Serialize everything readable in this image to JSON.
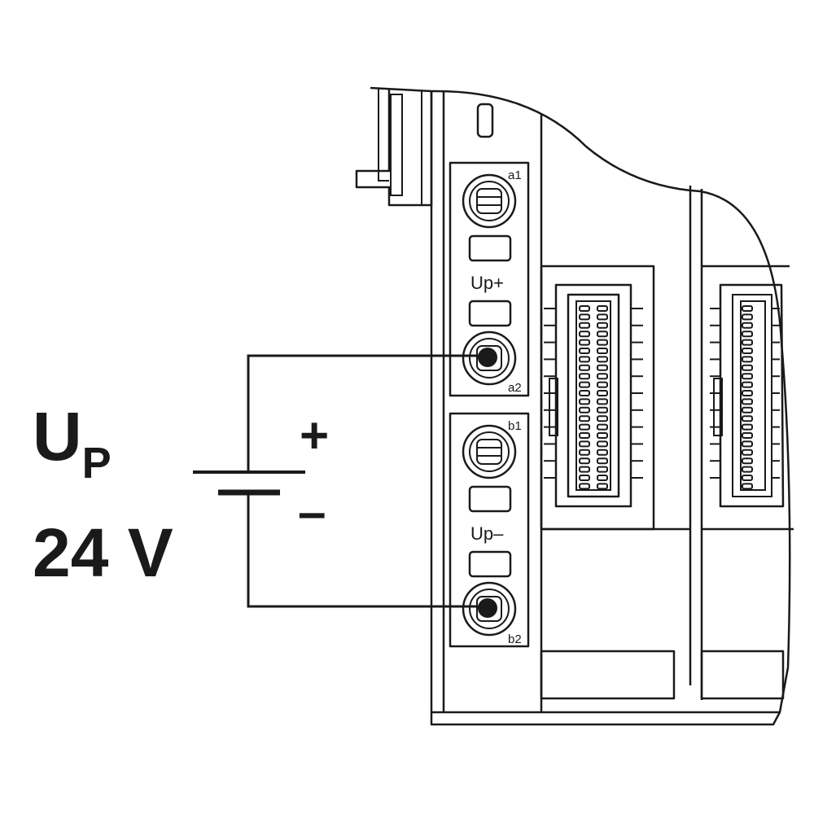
{
  "supply": {
    "symbol_main": "U",
    "symbol_sub": "P",
    "voltage": "24 V",
    "plus_sign": "+",
    "minus_sign": "–"
  },
  "terminals": {
    "a1": "a1",
    "a2": "a2",
    "b1": "b1",
    "b2": "b2",
    "up_plus": "Up+",
    "up_minus": "Up–"
  },
  "colors": {
    "line": "#1a1a1a",
    "background": "#ffffff"
  }
}
